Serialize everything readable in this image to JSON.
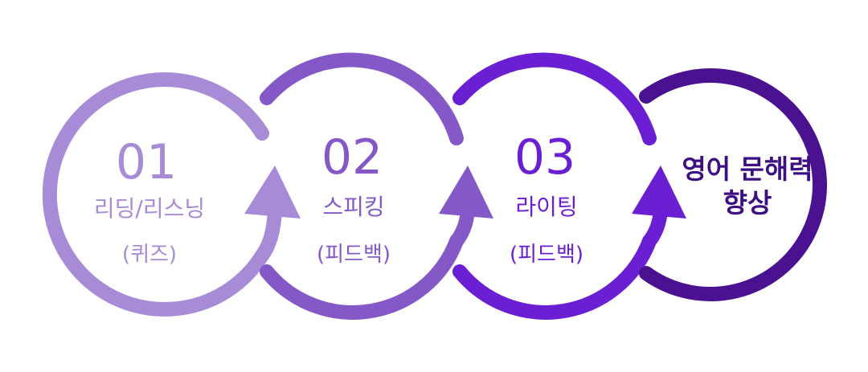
{
  "colors": {
    "step1": "#a78bd6",
    "step2": "#8459c7",
    "step3": "#6a1fd3",
    "goal": "#4a1191",
    "goal_text": "#3d0f82"
  },
  "steps": [
    {
      "number": "01",
      "title": "리딩/리스닝",
      "sub": "(퀴즈)"
    },
    {
      "number": "02",
      "title": "스피킹",
      "sub": "(피드백)"
    },
    {
      "number": "03",
      "title": "라이팅",
      "sub": "(피드백)"
    }
  ],
  "goal": {
    "line1": "영어 문해력",
    "line2": "향상"
  }
}
